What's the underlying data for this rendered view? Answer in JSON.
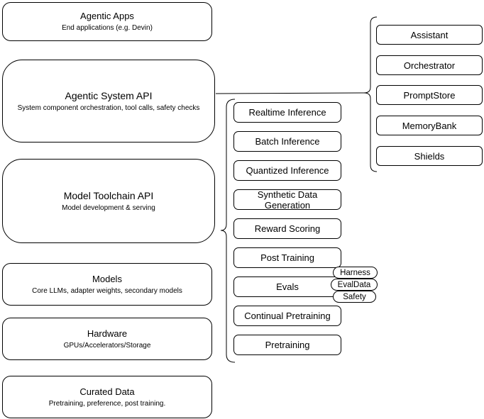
{
  "diagram": {
    "left_column": {
      "boxes": [
        {
          "title": "Agentic Apps",
          "subtitle": "End applications (e.g. Devin)"
        },
        {
          "title": "Agentic System API",
          "subtitle": "System component orchestration, tool calls, safety checks"
        },
        {
          "title": "Model Toolchain API",
          "subtitle": "Model development & serving"
        },
        {
          "title": "Models",
          "subtitle": "Core LLMs, adapter weights, secondary models"
        },
        {
          "title": "Hardware",
          "subtitle": "GPUs/Accelerators/Storage"
        },
        {
          "title": "Curated Data",
          "subtitle": "Pretraining, preference, post training."
        }
      ]
    },
    "toolchain_column": {
      "boxes": [
        {
          "label": "Realtime Inference"
        },
        {
          "label": "Batch Inference"
        },
        {
          "label": "Quantized Inference"
        },
        {
          "label": "Synthetic Data Generation"
        },
        {
          "label": "Reward Scoring"
        },
        {
          "label": "Post Training"
        },
        {
          "label": "Evals"
        },
        {
          "label": "Continual Pretraining"
        },
        {
          "label": "Pretraining"
        }
      ]
    },
    "evals_tags": [
      {
        "label": "Harness"
      },
      {
        "label": "EvalData"
      },
      {
        "label": "Safety"
      }
    ],
    "system_components_column": {
      "boxes": [
        {
          "label": "Assistant"
        },
        {
          "label": "Orchestrator"
        },
        {
          "label": "PromptStore"
        },
        {
          "label": "MemoryBank"
        },
        {
          "label": "Shields"
        }
      ]
    },
    "colors": {
      "border": "#000000",
      "fill": "#ffffff",
      "text": "#000000",
      "background": "#ffffff"
    }
  }
}
